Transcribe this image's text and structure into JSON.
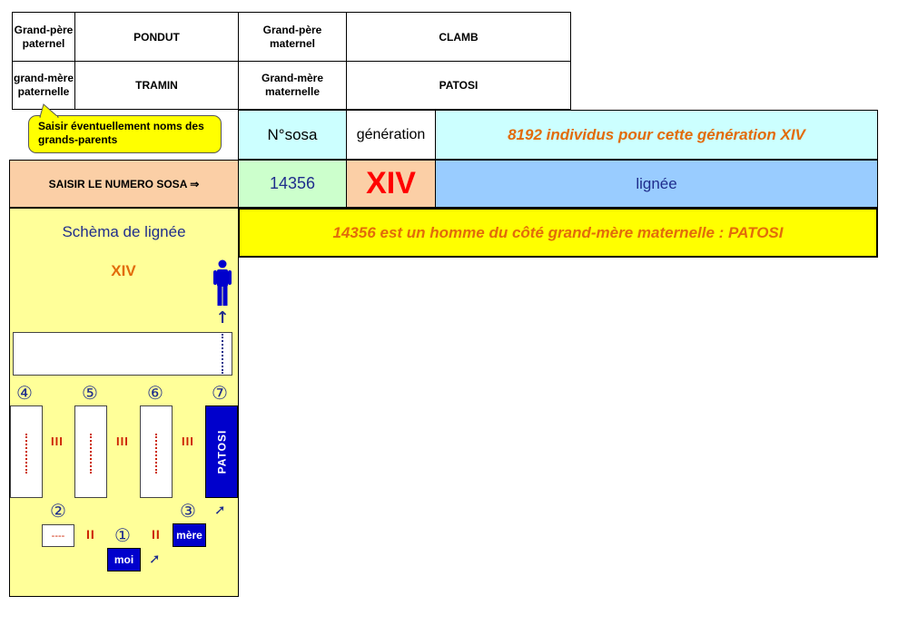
{
  "grandparents": {
    "gp_paternel_label": "Grand-père paternel",
    "gp_paternel_value": "PONDUT",
    "gp_maternel_label": "Grand-père maternel",
    "gp_maternel_value": "CLAMB",
    "gm_paternelle_label": "grand-mère paternelle",
    "gm_paternelle_value": "TRAMIN",
    "gm_maternelle_label": "Grand-mère maternelle",
    "gm_maternelle_value": "PATOSI"
  },
  "callout": {
    "text": "Saisir éventuellement noms des grands-parents"
  },
  "info": {
    "sosa_header": "N°sosa",
    "generation_header": "génération",
    "individus_text": "8192 individus pour cette génération XIV",
    "saisir_label": "SAISIR LE NUMERO SOSA ⇒",
    "sosa_value": "14356",
    "generation_value": "XIV",
    "lignee_label": "lignée",
    "result_text": "14356 est un homme du côté grand-mère maternelle : PATOSI"
  },
  "schema": {
    "title": "Schèma de lignée",
    "generation": "XIV",
    "circled": [
      "④",
      "⑤",
      "⑥",
      "⑦"
    ],
    "sep3": "III",
    "patosi": "PATOSI",
    "n2": "②",
    "n1": "①",
    "n3": "③",
    "dashes": "----",
    "sep2": "II",
    "moi": "moi",
    "mere": "mère",
    "up_arrow": "↑",
    "ne_arrow": "➚"
  },
  "colors": {
    "callout_yellow": "#ffff00",
    "light_cyan": "#ccffff",
    "salmon": "#fbcfa6",
    "light_green": "#ccffcc",
    "light_blue": "#99ccff",
    "schema_yellow": "#ffff99",
    "orange_text": "#e26b0a",
    "red_xiv": "#ff0000",
    "dark_blue_text": "#1f2d8c",
    "blue_box": "#0000cc"
  }
}
